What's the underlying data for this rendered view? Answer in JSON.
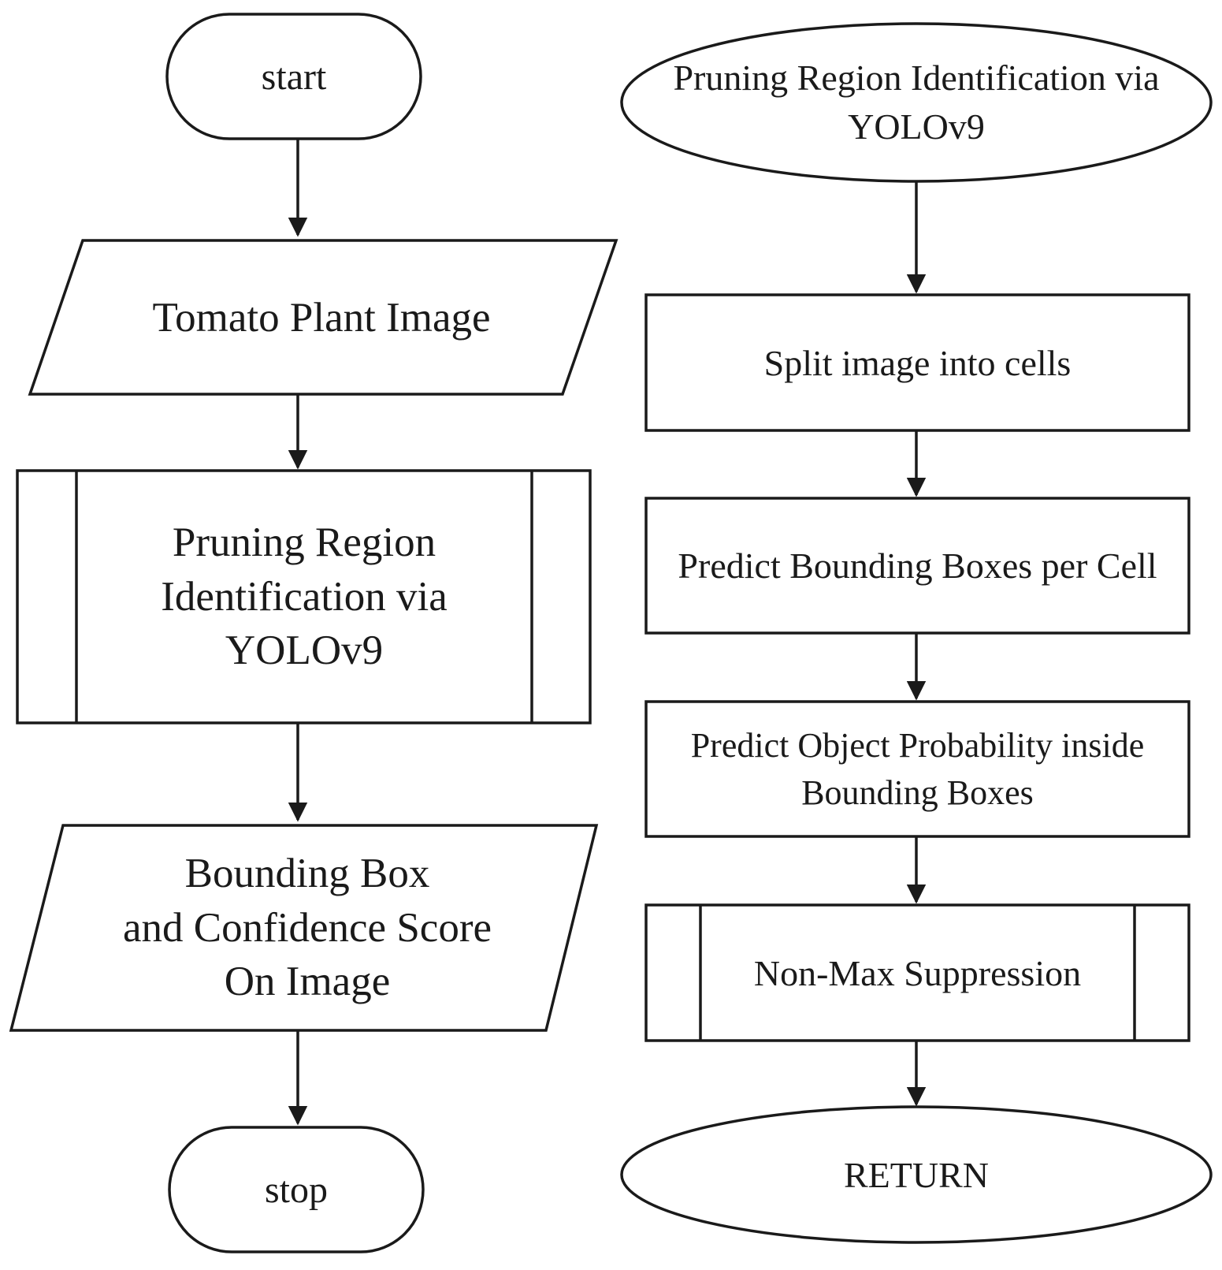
{
  "flowchart": {
    "main": {
      "start": "start",
      "input_image": "Tomato Plant Image",
      "subprocess": "Pruning Region\nIdentification via\nYOLOv9",
      "output": "Bounding Box\nand Confidence Score\nOn Image",
      "stop": "stop"
    },
    "sub": {
      "entry": "Pruning Region Identification via\nYOLOv9",
      "step_split": "Split image into cells",
      "step_predict_boxes": "Predict Bounding Boxes per Cell",
      "step_predict_prob": "Predict Object Probability inside\nBounding Boxes",
      "step_nms": "Non-Max Suppression",
      "exit": "RETURN"
    }
  },
  "colors": {
    "stroke": "#1a1a1a",
    "background": "#ffffff"
  }
}
